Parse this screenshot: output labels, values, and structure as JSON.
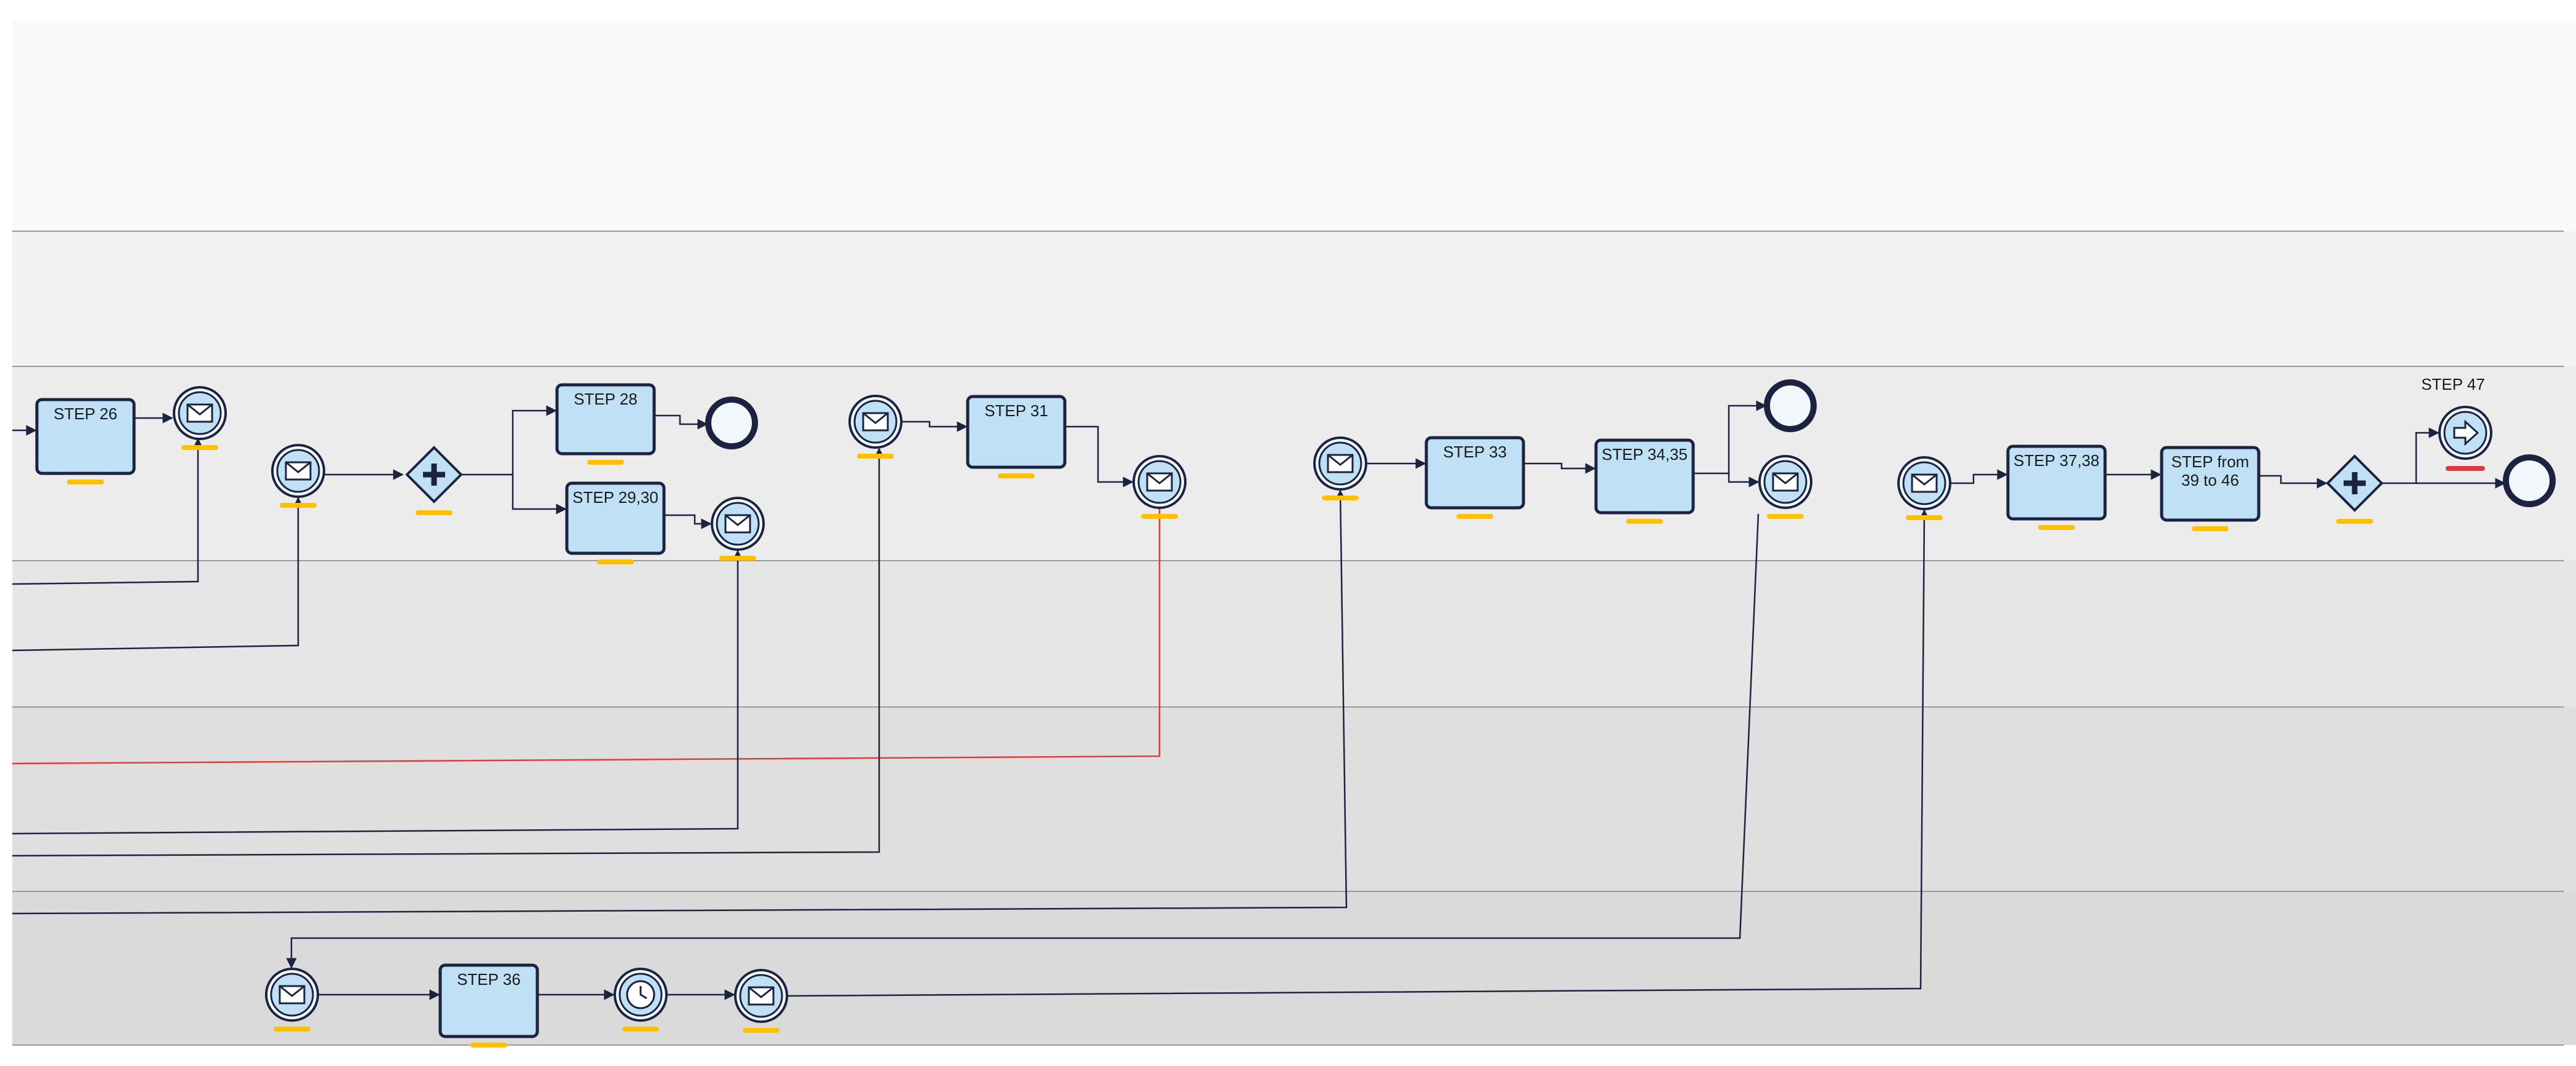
{
  "colors": {
    "task_fill": "#bfe0f5",
    "stroke": "#1b2340",
    "lane_line": "#9a9a9a",
    "marker": "#ffc000",
    "error_marker": "#e0393b",
    "red_flow": "#e03a3a",
    "flow": "#1b2340"
  },
  "lanes": [
    {
      "fill": "#f9f9f9"
    },
    {
      "fill": "#f2f2f2"
    },
    {
      "fill": "#ececec"
    },
    {
      "fill": "#e6e6e6"
    },
    {
      "fill": "#dfdfdf"
    },
    {
      "fill": "#dadada"
    },
    {
      "fill": "#d4d4d4"
    }
  ],
  "tasks": [
    {
      "id": "t26",
      "label": "STEP 26"
    },
    {
      "id": "t28",
      "label": "STEP 28"
    },
    {
      "id": "t2930",
      "label": "STEP 29,30"
    },
    {
      "id": "t31",
      "label": "STEP 31"
    },
    {
      "id": "t33",
      "label": "STEP 33"
    },
    {
      "id": "t3435",
      "label": "STEP 34,35"
    },
    {
      "id": "t3738",
      "label": "STEP 37,38"
    },
    {
      "id": "t39",
      "label": "STEP from 39 to 46"
    },
    {
      "id": "t36",
      "label": "STEP 36"
    }
  ],
  "events": [
    {
      "id": "m1",
      "icon": "envelope-icon"
    },
    {
      "id": "m2",
      "icon": "envelope-icon"
    },
    {
      "id": "m3",
      "icon": "envelope-icon"
    },
    {
      "id": "m4",
      "icon": "envelope-icon"
    },
    {
      "id": "m5",
      "icon": "envelope-icon"
    },
    {
      "id": "m6",
      "icon": "envelope-icon"
    },
    {
      "id": "m7",
      "icon": "envelope-icon"
    },
    {
      "id": "m8",
      "icon": "envelope-icon"
    },
    {
      "id": "m9",
      "icon": "envelope-icon"
    },
    {
      "id": "m10",
      "icon": "envelope-icon"
    },
    {
      "id": "tm1",
      "icon": "clock-icon"
    },
    {
      "id": "e1",
      "icon": "end-event-icon"
    },
    {
      "id": "e2",
      "icon": "end-event-icon"
    },
    {
      "id": "e3",
      "icon": "end-event-icon"
    },
    {
      "id": "s47",
      "icon": "arrow-right-icon",
      "label": "STEP 47"
    }
  ],
  "gateways": [
    {
      "id": "g1",
      "icon": "parallel-gateway-icon"
    },
    {
      "id": "g2",
      "icon": "parallel-gateway-icon"
    }
  ]
}
